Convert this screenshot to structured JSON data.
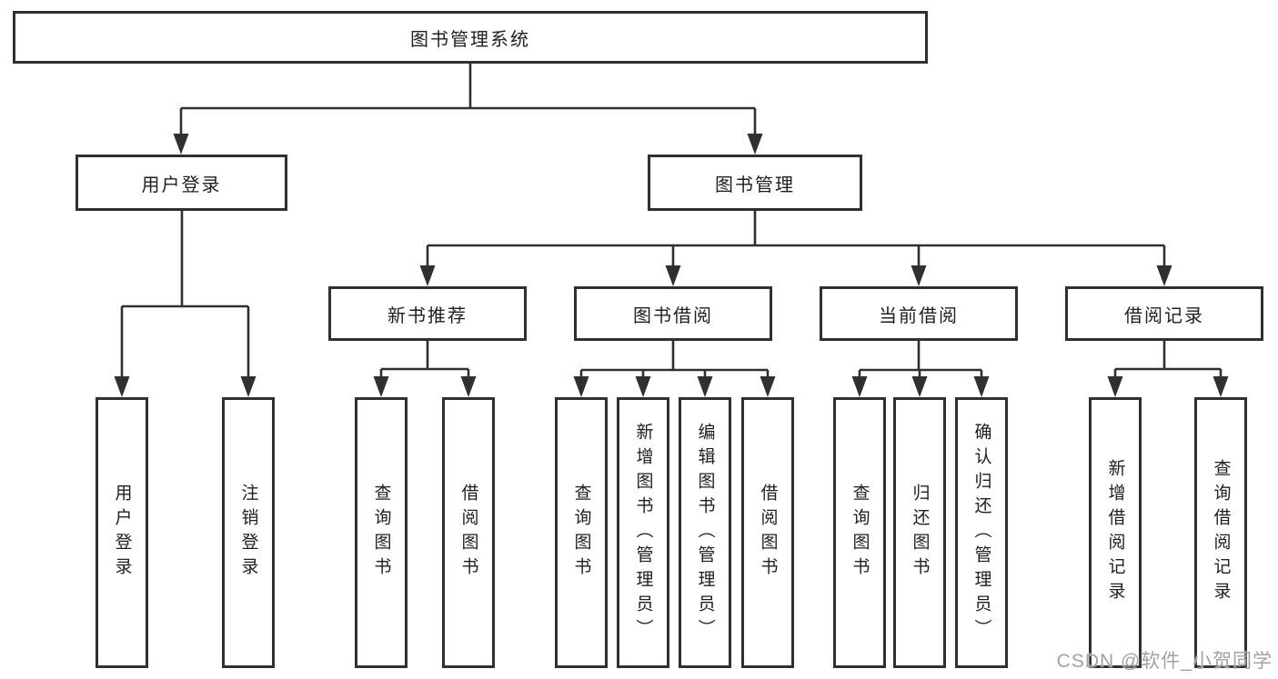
{
  "diagram_title": "图书管理系统",
  "nodes": {
    "root": {
      "label": "图书管理系统"
    },
    "user_login": {
      "label": "用户登录"
    },
    "book_mgmt": {
      "label": "图书管理"
    },
    "new_book_rec": {
      "label": "新书推荐"
    },
    "book_borrow": {
      "label": "图书借阅"
    },
    "current_borrow": {
      "label": "当前借阅"
    },
    "borrow_record": {
      "label": "借阅记录"
    },
    "leaf_login": {
      "label": "用户登录"
    },
    "leaf_logout": {
      "label": "注销登录"
    },
    "leaf_nbr_query": {
      "label": "查询图书"
    },
    "leaf_nbr_borrow": {
      "label": "借阅图书"
    },
    "leaf_bb_query": {
      "label": "查询图书"
    },
    "leaf_bb_add": {
      "label": "新增图书（管理员）"
    },
    "leaf_bb_edit": {
      "label": "编辑图书（管理员）"
    },
    "leaf_bb_borrow": {
      "label": "借阅图书"
    },
    "leaf_cb_query": {
      "label": "查询图书"
    },
    "leaf_cb_return": {
      "label": "归还图书"
    },
    "leaf_cb_confirm": {
      "label": "确认归还（管理员）"
    },
    "leaf_br_add": {
      "label": "新增借阅记录"
    },
    "leaf_br_query": {
      "label": "查询借阅记录"
    }
  },
  "watermark": {
    "text": "CSDN @软件_小贺同学"
  },
  "colors": {
    "line": "#303030",
    "box_border": "#303030",
    "text": "#1f1f1f",
    "watermark": "#a2a2a2",
    "background": "#ffffff"
  }
}
